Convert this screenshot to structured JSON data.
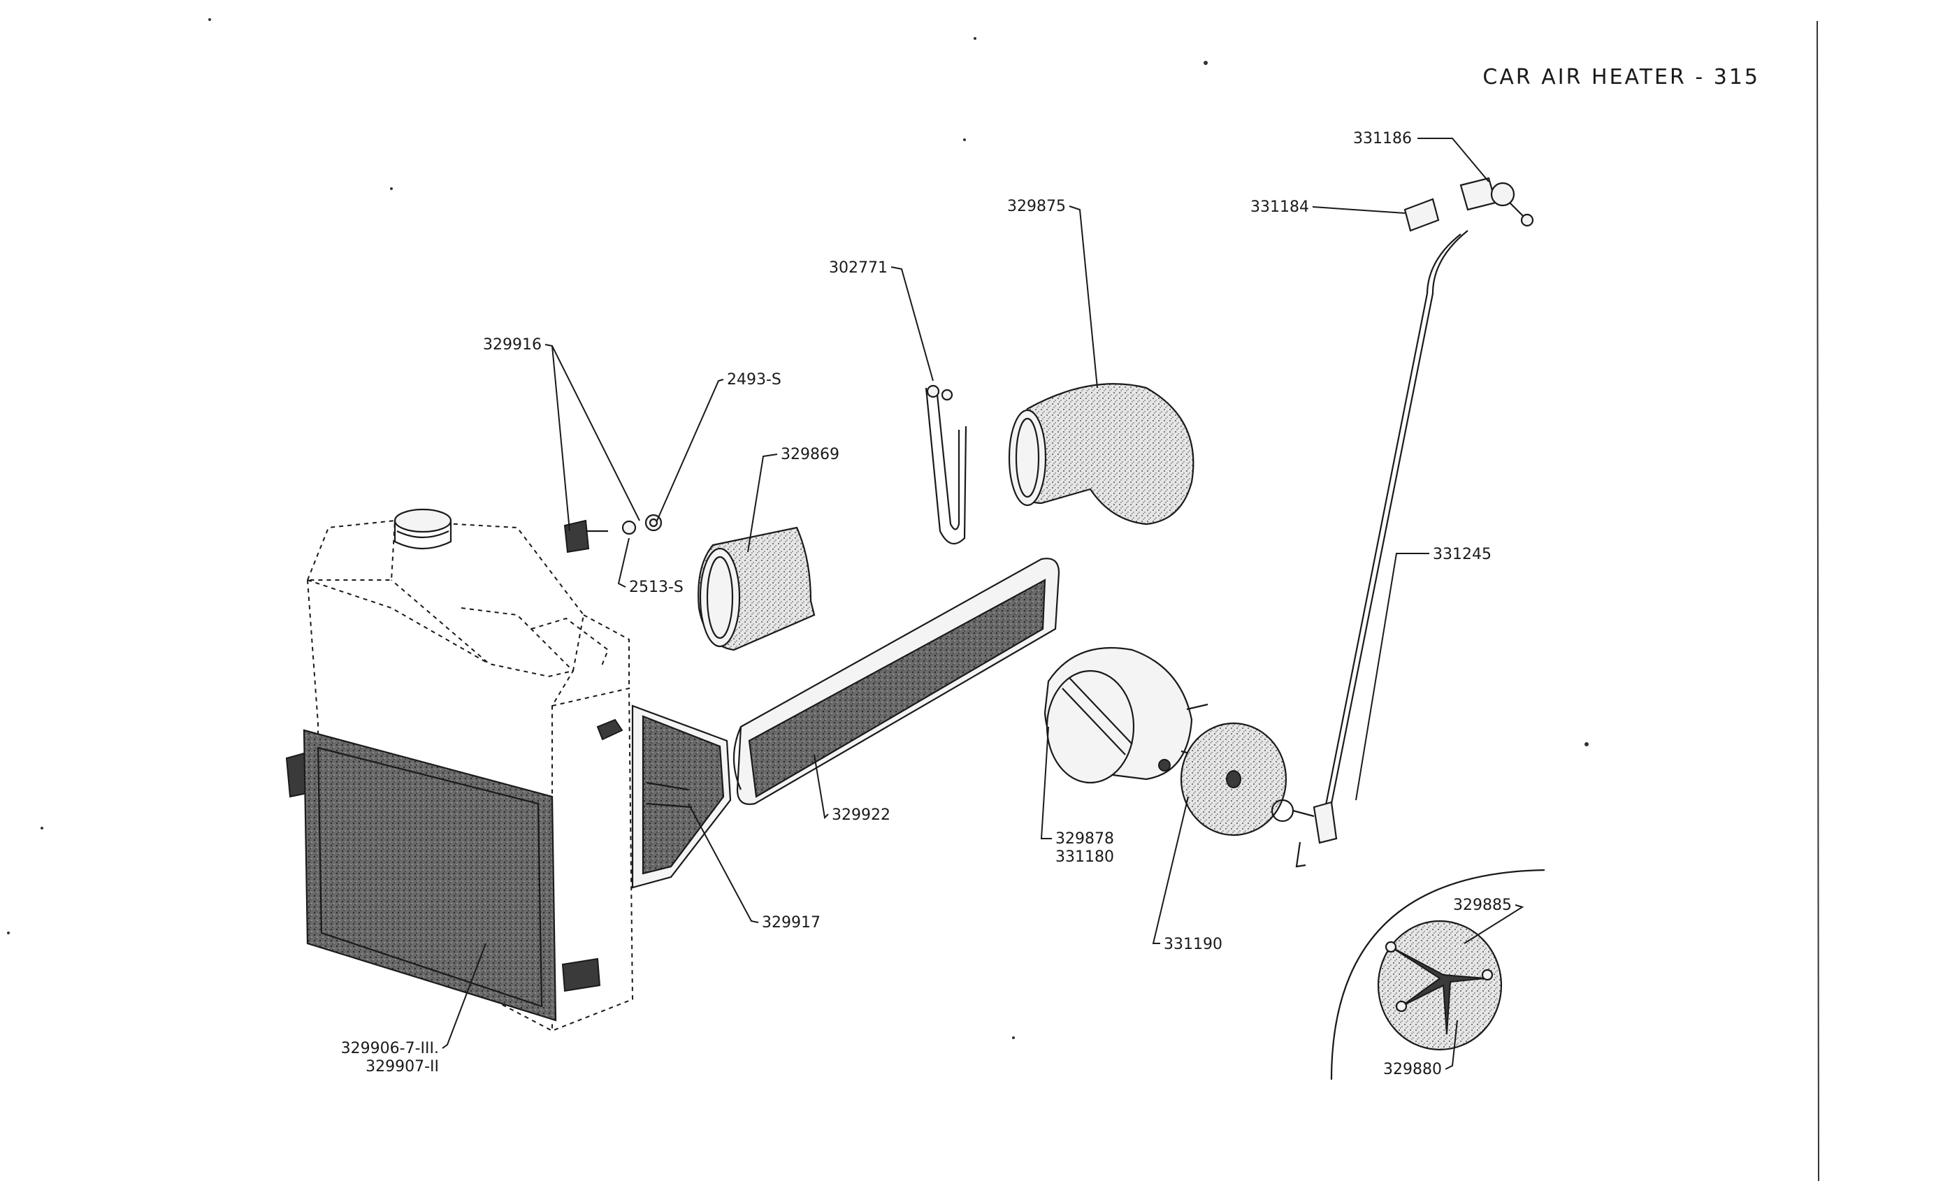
{
  "page": {
    "title": "CAR AIR HEATER - 315"
  },
  "callouts": {
    "p331186": "331186",
    "p331184": "331184",
    "p329875": "329875",
    "p302771": "302771",
    "p329916": "329916",
    "p2493s": "2493-S",
    "p329869": "329869",
    "p2513s": "2513-S",
    "p331245": "331245",
    "p329922": "329922",
    "p329878": "329878",
    "p331180": "331180",
    "p329917": "329917",
    "p331190": "331190",
    "p329885": "329885",
    "p329880": "329880",
    "p329906": "329906-7-III.",
    "p329907": "329907-II"
  }
}
